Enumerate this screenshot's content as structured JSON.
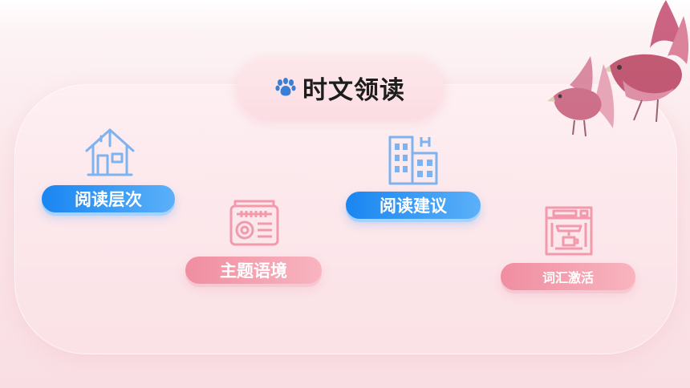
{
  "title": "时文领读",
  "colors": {
    "blue_accent": "#1a86f2",
    "pink_accent": "#f08ea0",
    "icon_blue": "#7fb3ef",
    "icon_pink": "#f29aab"
  },
  "items": [
    {
      "label": "阅读层次",
      "icon": "house-icon",
      "style": "blue"
    },
    {
      "label": "主题语境",
      "icon": "radio-icon",
      "style": "pink"
    },
    {
      "label": "阅读建议",
      "icon": "buildings-icon",
      "style": "blue"
    },
    {
      "label": "词汇激活",
      "icon": "coffee-machine-icon",
      "style": "pink"
    }
  ]
}
